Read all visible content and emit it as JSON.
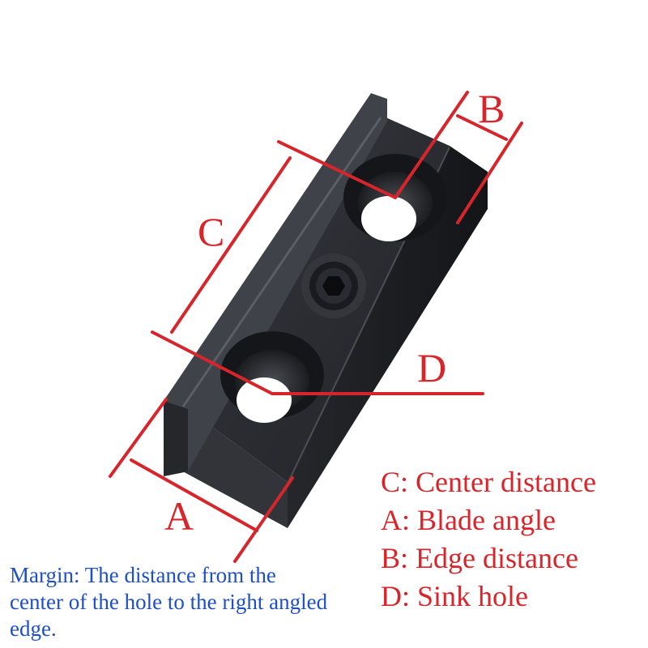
{
  "colors": {
    "annotation": "#d7262b",
    "note_text": "#1f4fc4",
    "part_face": "#2b2d32",
    "part_side": "#1c1d21",
    "part_edge": "#55585e"
  },
  "dimension_labels": {
    "a": "A",
    "b": "B",
    "c": "C",
    "d": "D"
  },
  "legend": [
    {
      "label": "C: Center distance"
    },
    {
      "label": "A: Blade angle"
    },
    {
      "label": "B: Edge distance"
    },
    {
      "label": "D: Sink hole"
    }
  ],
  "note": "Margin: The distance from the center of the hole to the right angled edge."
}
